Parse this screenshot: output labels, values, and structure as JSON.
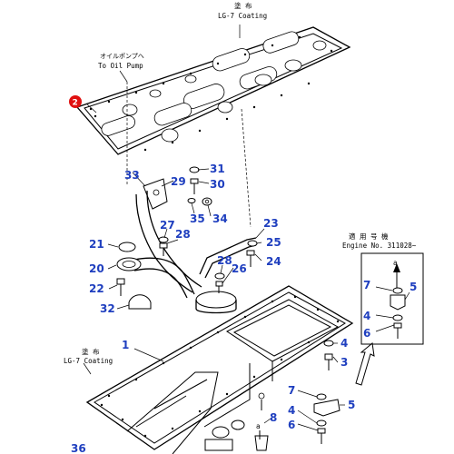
{
  "notes": {
    "top_coating_jp": "塗 布",
    "top_coating_en": "LG-7 Coating",
    "oil_pump_jp": "オイルポンプへ",
    "oil_pump_en": "To Oil Pump",
    "mid_coating_jp": "塗 布",
    "mid_coating_en": "LG-7 Coating",
    "applicable_jp": "適 用 号 機",
    "applicable_en": "Engine No. 311028~",
    "view_letter": "a"
  },
  "callouts": {
    "gasket": "2",
    "oil_pan": "1",
    "part_3": "3",
    "part_4": "4",
    "part_4b": "4",
    "part_4c": "4",
    "part_5": "5",
    "part_5b": "5",
    "part_6": "6",
    "part_6b": "6",
    "part_7": "7",
    "part_7b": "7",
    "part_8": "8",
    "part_20": "20",
    "part_21": "21",
    "part_22": "22",
    "part_23": "23",
    "part_24": "24",
    "part_25": "25",
    "part_26": "26",
    "part_27": "27",
    "part_28": "28",
    "part_28b": "28",
    "part_29": "29",
    "part_30": "30",
    "part_31": "31",
    "part_32": "32",
    "part_33": "33",
    "part_34": "34",
    "part_35": "35",
    "part_36": "36"
  },
  "colors": {
    "callout_number": "#1f3fbf",
    "gasket_marker": "#e01010",
    "line": "#000000"
  }
}
